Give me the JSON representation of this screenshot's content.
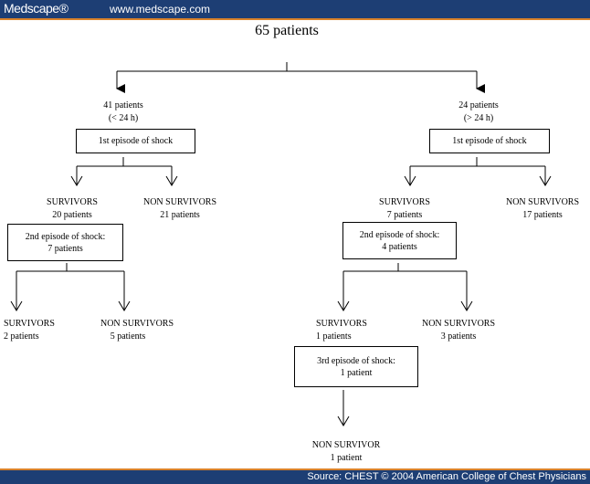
{
  "header": {
    "brand": "Medscape®",
    "url": "www.medscape.com"
  },
  "footer": {
    "source": "Source: CHEST © 2004 American College of Chest Physicians"
  },
  "root": {
    "label": "65 patients"
  },
  "left": {
    "group": {
      "line1": "41 patients",
      "line2": "(< 24 h)"
    },
    "shock1": "1st episode of shock",
    "survivors": {
      "line1": "SURVIVORS",
      "line2": "20 patients"
    },
    "nonsurvivors": {
      "line1": "NON SURVIVORS",
      "line2": "21 patients"
    },
    "shock2": {
      "line1": "2nd episode of shock:",
      "line2": "7 patients"
    },
    "survivors2": {
      "line1": "SURVIVORS",
      "line2": "2 patients"
    },
    "nonsurvivors2": {
      "line1": "NON SURVIVORS",
      "line2": "5 patients"
    }
  },
  "right": {
    "group": {
      "line1": "24 patients",
      "line2": "(> 24 h)"
    },
    "shock1": "1st episode of shock",
    "survivors": {
      "line1": "SURVIVORS",
      "line2": "7 patients"
    },
    "nonsurvivors": {
      "line1": "NON SURVIVORS",
      "line2": "17 patients"
    },
    "shock2": {
      "line1": "2nd episode of shock:",
      "line2": "4 patients"
    },
    "survivors2": {
      "line1": "SURVIVORS",
      "line2": "1 patients"
    },
    "nonsurvivors2": {
      "line1": "NON SURVIVORS",
      "line2": "3 patients"
    },
    "shock3": {
      "line1": "3rd episode of shock:",
      "line2": "1 patient"
    },
    "nonsurvivor3": {
      "line1": "NON SURVIVOR",
      "line2": "1 patient"
    }
  }
}
